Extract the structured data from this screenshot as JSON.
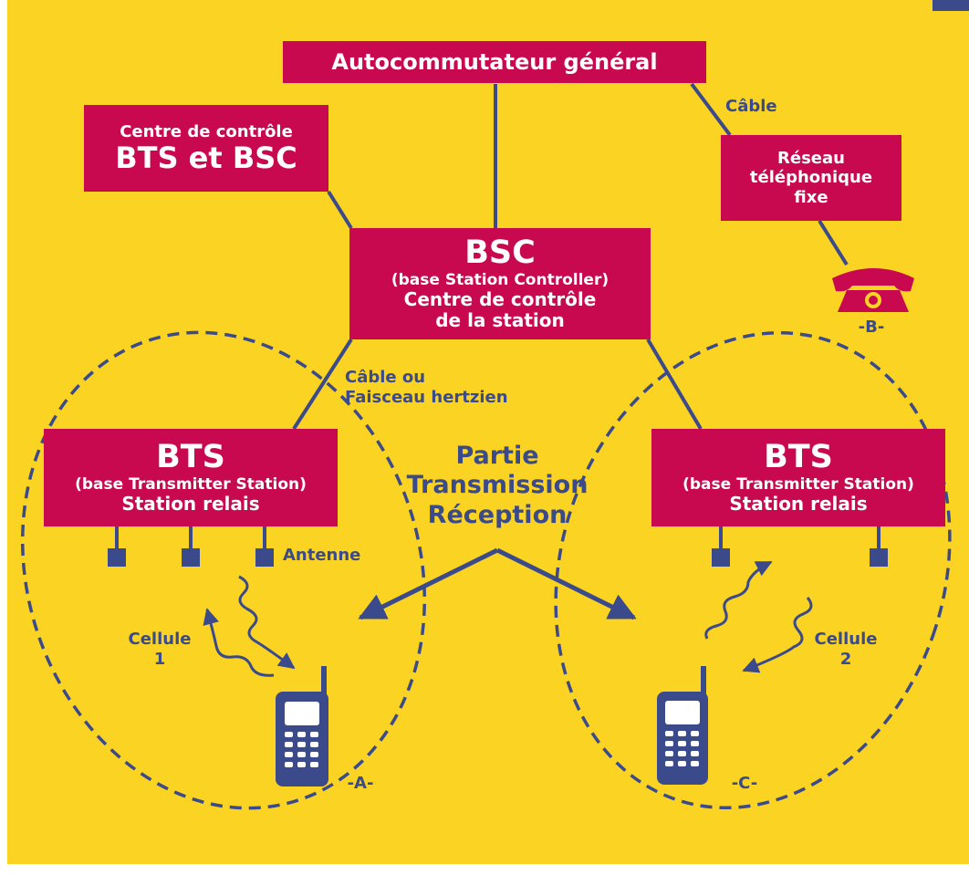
{
  "colors": {
    "background": "#fbd322",
    "box": "#c9094f",
    "line": "#3a4a8a",
    "box_text": "#ffffff"
  },
  "nodes": {
    "exchange": {
      "label": "Autocommutateur général"
    },
    "control_center": {
      "line1": "Centre de contrôle",
      "line2": "BTS et BSC"
    },
    "fixed_network": {
      "line1": "Réseau",
      "line2": "téléphonique",
      "line3": "fixe"
    },
    "bsc": {
      "title": "BSC",
      "line1": "(base Station Controller)",
      "line2": "Centre de contrôle",
      "line3": "de la station"
    },
    "bts_left": {
      "title": "BTS",
      "line1": "(base Transmitter Station)",
      "line2": "Station relais"
    },
    "bts_right": {
      "title": "BTS",
      "line1": "(base Transmitter Station)",
      "line2": "Station relais"
    }
  },
  "labels": {
    "cable": "Câble",
    "cable_or_radio_line1": "Câble ou",
    "cable_or_radio_line2": "Faisceau hertzien",
    "transmission_line1": "Partie",
    "transmission_line2": "Transmission",
    "transmission_line3": "Réception",
    "antenna": "Antenne",
    "cell1_line1": "Cellule",
    "cell1_line2": "1",
    "cell2_line1": "Cellule",
    "cell2_line2": "2",
    "phone_a": "-A-",
    "phone_b": "-B-",
    "phone_c": "-C-"
  },
  "icons": [
    "telephone-icon",
    "mobile-phone-icon",
    "antenna-icon",
    "radio-wave-icon"
  ]
}
